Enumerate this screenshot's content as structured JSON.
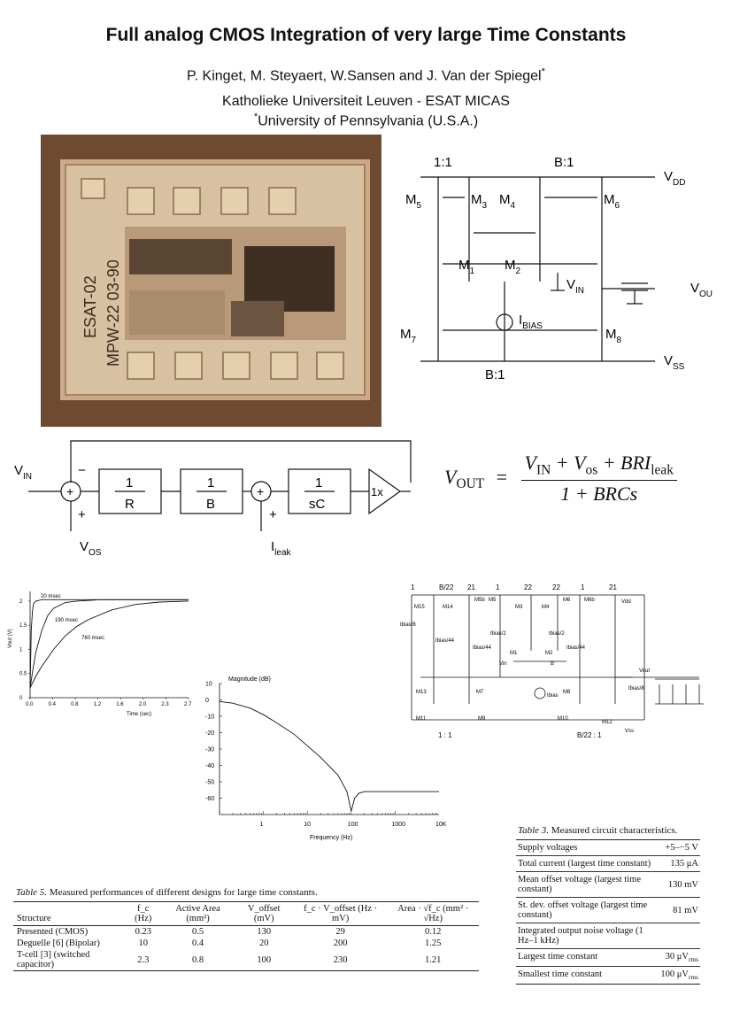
{
  "header": {
    "title": "Full analog CMOS Integration of very large Time Constants",
    "authors": "P. Kinget, M. Steyaert, W.Sansen and J. Van der Spiegel",
    "affiliation1": "Katholieke Universiteit Leuven - ESAT MICAS",
    "affiliation2": "University of Pennsylvania (U.S.A.)",
    "star": "*"
  },
  "chip_photo": {
    "label_line1": "ESAT-02",
    "label_line2": "MPW-22 03-90"
  },
  "schematic1": {
    "ratio_top_left": "1:1",
    "ratio_top_right": "B:1",
    "ratio_bottom": "B:1",
    "vdd": "V",
    "vdd_sub": "DD",
    "vss": "V",
    "vss_sub": "SS",
    "vin": "V",
    "vin_sub": "IN",
    "vout": "V",
    "vout_sub": "OU",
    "ibias": "I",
    "ibias_sub": "BIAS",
    "m5": "M",
    "m5_sub": "5",
    "m3": "M",
    "m3_sub": "3",
    "m4": "M",
    "m4_sub": "4",
    "m6": "M",
    "m6_sub": "6",
    "m1": "M",
    "m1_sub": "1",
    "m2": "M",
    "m2_sub": "2",
    "m7": "M",
    "m7_sub": "7",
    "m8": "M",
    "m8_sub": "8"
  },
  "block_diagram": {
    "vin": "V",
    "vin_sub": "IN",
    "vos": "V",
    "vos_sub": "OS",
    "ileak": "I",
    "ileak_sub": "leak",
    "minus": "−",
    "plus": "+",
    "block1_num": "1",
    "block1_den": "R",
    "block2_num": "1",
    "block2_den": "B",
    "block3_num": "1",
    "block3_den": "sC",
    "buffer": "1x"
  },
  "formula": {
    "lhs": "V",
    "lhs_sub": "OUT",
    "eq": "=",
    "numerator_a": "V",
    "numerator_a_sub": "IN",
    "numerator_b": "+ V",
    "numerator_b_sub": "os",
    "numerator_c": "+ BRI",
    "numerator_c_sub": "leak",
    "denominator": "1 + BRCs"
  },
  "step_response": {
    "ylabel": "Vout (V)",
    "xlabel": "Time (sec)",
    "xticks": [
      "0.0",
      "0.4",
      "0.8",
      "1.2",
      "1.6",
      "2.0",
      "2.3",
      "2.7"
    ],
    "yticks": [
      "0",
      "0.5",
      "1",
      "1.5",
      "2"
    ],
    "annotations": [
      "20 msec",
      "190 msec",
      "760 msec"
    ]
  },
  "magnitude_plot": {
    "ylabel": "Magnitude (dB)",
    "xlabel": "Frequency (Hz)",
    "yticks": [
      "10",
      "0",
      "-10",
      "-20",
      "-30",
      "-40",
      "-50",
      "-60"
    ],
    "xticks": [
      "1",
      "10",
      "100",
      "1000",
      "10K"
    ]
  },
  "chart_data": [
    {
      "type": "line",
      "title": "",
      "xlabel": "Time (sec)",
      "ylabel": "Vout (V)",
      "xlim": [
        0,
        2.7
      ],
      "ylim": [
        0,
        2.2
      ],
      "series": [
        {
          "name": "20 msec",
          "x": [
            0,
            0.02,
            0.04,
            0.06,
            0.1,
            0.2,
            0.4,
            2.7
          ],
          "y": [
            0.2,
            1.4,
            1.8,
            1.95,
            2.0,
            2.03,
            2.03,
            2.03
          ]
        },
        {
          "name": "190 msec",
          "x": [
            0,
            0.05,
            0.1,
            0.2,
            0.3,
            0.4,
            0.6,
            0.8,
            1.2,
            2.7
          ],
          "y": [
            0.2,
            0.6,
            0.95,
            1.4,
            1.7,
            1.85,
            1.97,
            2.0,
            2.03,
            2.03
          ]
        },
        {
          "name": "760 msec",
          "x": [
            0,
            0.1,
            0.2,
            0.4,
            0.6,
            0.8,
            1.0,
            1.4,
            1.8,
            2.2,
            2.7
          ],
          "y": [
            0.2,
            0.45,
            0.65,
            1.0,
            1.28,
            1.48,
            1.62,
            1.82,
            1.93,
            1.98,
            2.0
          ]
        }
      ]
    },
    {
      "type": "line",
      "title": "",
      "xlabel": "Frequency (Hz)",
      "ylabel": "Magnitude (dB)",
      "xscale": "log",
      "xlim": [
        0.1,
        10000
      ],
      "ylim": [
        -70,
        10
      ],
      "series": [
        {
          "name": "",
          "x": [
            0.1,
            0.2,
            0.5,
            1,
            2,
            5,
            10,
            20,
            50,
            80,
            100,
            120,
            150,
            200,
            500,
            1000,
            10000
          ],
          "y": [
            -1,
            -2,
            -5,
            -9,
            -14,
            -21,
            -28,
            -35,
            -46,
            -56,
            -68,
            -60,
            -57,
            -56,
            -56,
            -56,
            -56
          ]
        }
      ]
    }
  ],
  "schematic2": {
    "top_ratios": [
      "1",
      "B/22",
      "21",
      "1",
      "22",
      "22",
      "1",
      "21"
    ],
    "bottom_left": "1 : 1",
    "bottom_right": "B/22 : 1",
    "labels": [
      "M15",
      "M14",
      "M5b",
      "M5",
      "M3",
      "M4",
      "M6",
      "M6b",
      "Vdd",
      "Ibias/8",
      "Ibias/44",
      "Ibias/44",
      "Ibias/2",
      "Ibias/2",
      "Ibias/44",
      "M1",
      "M2",
      "Vin",
      "B",
      "Vout",
      "Ibias/8",
      "M13",
      "M7",
      "M8",
      "M11",
      "M9",
      "M10",
      "M12",
      "Ibias",
      "Vss"
    ]
  },
  "table5": {
    "caption_label": "Table 5.",
    "caption_text": "Measured performances of different designs for large time constants.",
    "headers": [
      "Structure",
      "f_c (Hz)",
      "Active Area (mm²)",
      "V_offset (mV)",
      "f_c · V_offset (Hz · mV)",
      "Area · √f_c (mm² · √Hz)"
    ],
    "rows": [
      [
        "Presented (CMOS)",
        "0.23",
        "0.5",
        "130",
        "29",
        "0.12"
      ],
      [
        "Deguelle [6] (Bipolar)",
        "10",
        "0.4",
        "20",
        "200",
        "1.25"
      ],
      [
        "T-cell [3] (switched capacitor)",
        "2.3",
        "0.8",
        "100",
        "230",
        "1.21"
      ]
    ]
  },
  "table3": {
    "caption_label": "Table 3.",
    "caption_text": "Measured circuit characteristics.",
    "rows": [
      {
        "label": "Supply voltages",
        "value": "+5–−5 V"
      },
      {
        "label": "Total current (largest time constant)",
        "value": "135 μA"
      },
      {
        "label": "Mean offset voltage (largest time constant)",
        "value": "130 mV"
      },
      {
        "label": "St. dev. offset voltage (largest time constant)",
        "value": "81 mV"
      },
      {
        "label": "Integrated output noise voltage (1 Hz–1 kHz)",
        "value": ""
      },
      {
        "label": "Largest time constant",
        "value": "30 μV",
        "value_sub": "rms"
      },
      {
        "label": "Smallest time constant",
        "value": "100 μV",
        "value_sub": "rms"
      }
    ]
  }
}
